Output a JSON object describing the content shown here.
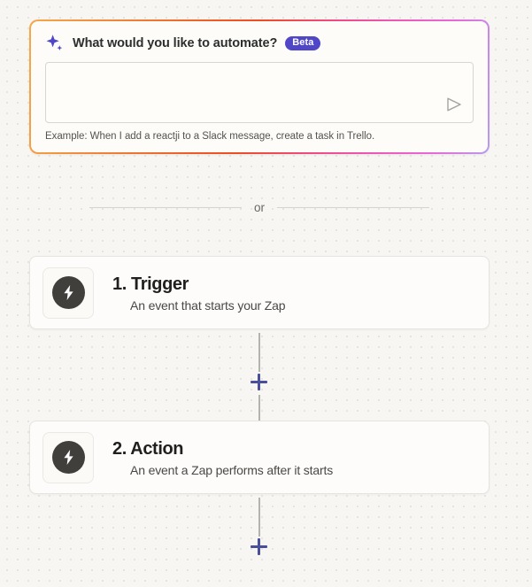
{
  "ai_prompt": {
    "sparkle_icon": "sparkle-icon",
    "title": "What would you like to automate?",
    "badge": "Beta",
    "input_value": "",
    "input_placeholder": "",
    "send_icon": "send-triangle-icon",
    "example": "Example: When I add a reactji to a Slack message, create a task in Trello.",
    "border_gradient_from": "#f4a94b",
    "border_gradient_mid": "#ef4c24",
    "border_gradient_to": "#b79bf0",
    "badge_color": "#4f46c8"
  },
  "divider": {
    "label": "or"
  },
  "steps": [
    {
      "icon": "lightning-bolt-icon",
      "title": "1. Trigger",
      "subtitle": "An event that starts your Zap"
    },
    {
      "icon": "lightning-bolt-icon",
      "title": "2. Action",
      "subtitle": "An event a Zap performs after it starts"
    }
  ],
  "connectors": {
    "add_step_label": "+",
    "plus_color": "#4a4f9c",
    "line_color": "#b6b3ae"
  },
  "theme": {
    "canvas_background": "#f7f6f3",
    "dot_grid_color": "#e3e1dc",
    "card_background": "#fdfcfa",
    "card_border": "#e6e4e0",
    "bolt_circle_color": "#403f3c"
  }
}
